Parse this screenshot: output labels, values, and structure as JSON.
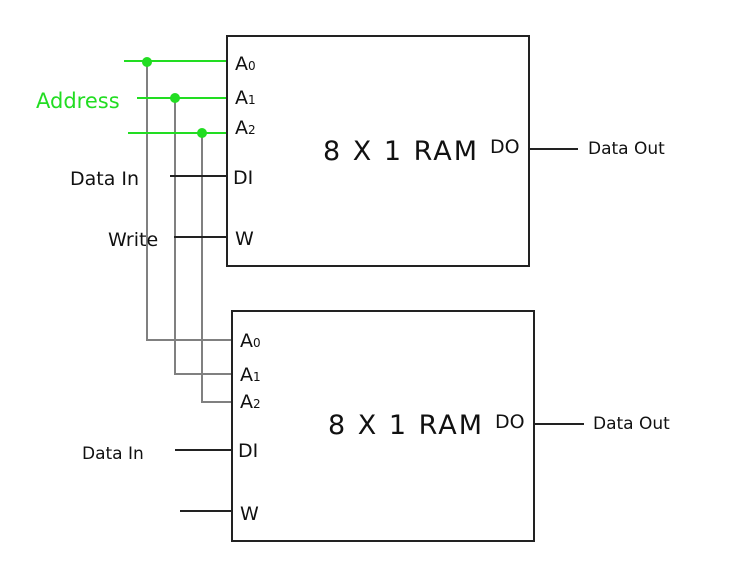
{
  "colors": {
    "address": "#22dd22",
    "wire": "#808080",
    "line": "#222222"
  },
  "address_label": "Address",
  "ram_top": {
    "title": "8 X 1 RAM",
    "pins": {
      "a0": "A",
      "a0_sub": "0",
      "a1": "A",
      "a1_sub": "1",
      "a2": "A",
      "a2_sub": "2",
      "di": "DI",
      "w": "W",
      "do": "DO"
    },
    "data_in_label": "Data In",
    "write_label": "Write",
    "data_out_label": "Data Out"
  },
  "ram_bottom": {
    "title": "8 X 1 RAM",
    "pins": {
      "a0": "A",
      "a0_sub": "0",
      "a1": "A",
      "a1_sub": "1",
      "a2": "A",
      "a2_sub": "2",
      "di": "DI",
      "w": "W",
      "do": "DO"
    },
    "data_in_label": "Data In",
    "data_out_label": "Data Out"
  }
}
